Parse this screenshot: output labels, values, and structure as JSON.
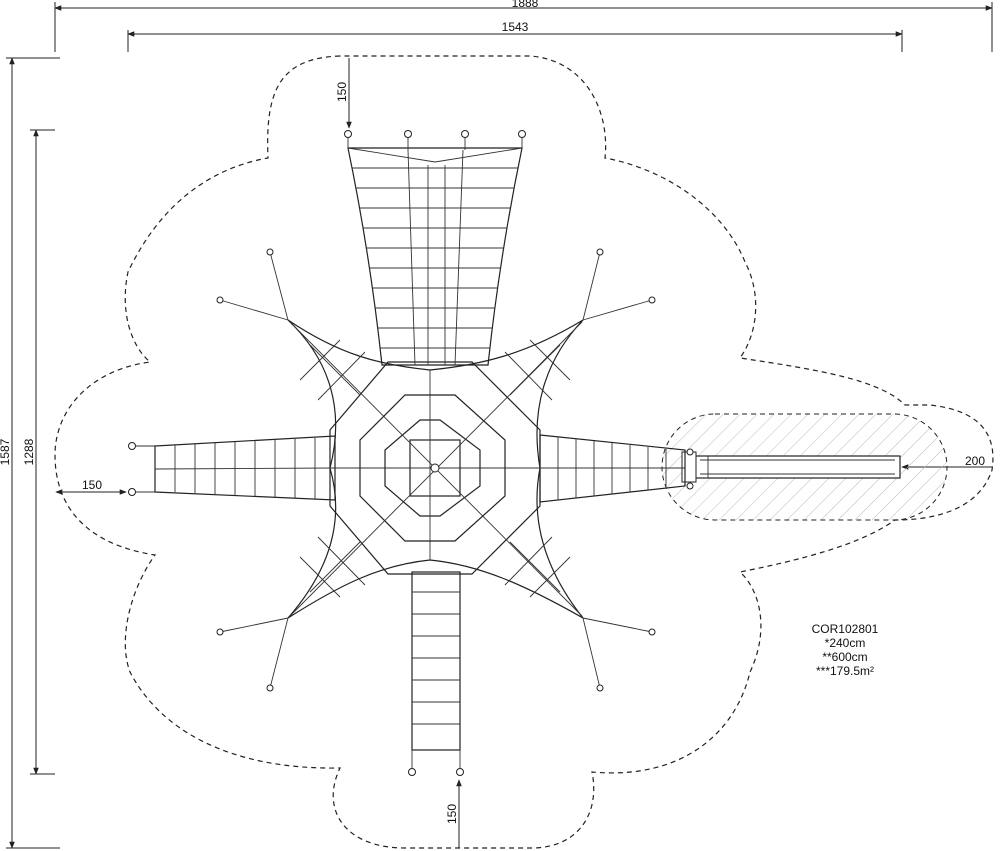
{
  "dimensions": {
    "overall_width": "1888",
    "inner_width": "1543",
    "overall_height": "1587",
    "inner_height": "1288",
    "top_clearance": "150",
    "left_clearance": "150",
    "bottom_clearance": "150",
    "slide_clearance": "200"
  },
  "info": {
    "code": "COR102801",
    "line1": "*240cm",
    "line2": "**600cm",
    "line3": "***179.5m²"
  }
}
